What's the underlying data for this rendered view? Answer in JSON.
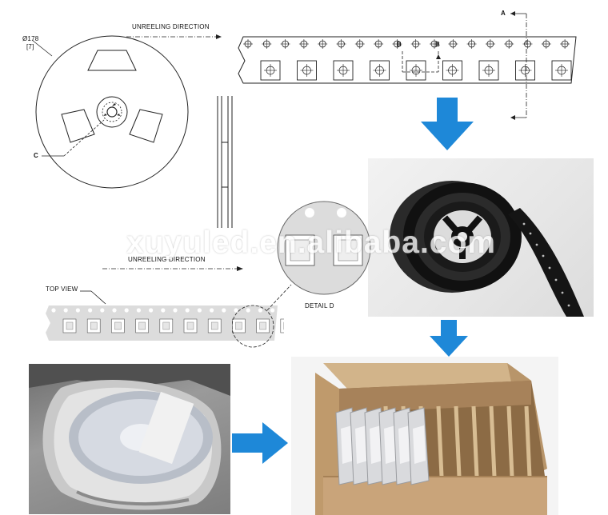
{
  "reel": {
    "dim_mm": "Ø178",
    "dim_in": "[7]",
    "label_c": "C"
  },
  "tape_top": {
    "direction_label": "UNREELING DIRECTION",
    "label_a": "A",
    "label_b1": "B",
    "label_b2": "B"
  },
  "tape_bottom": {
    "direction_label": "UNREELING DIRECTION",
    "top_view_label": "TOP VIEW"
  },
  "detail": {
    "label": "DETAIL D"
  },
  "watermark": {
    "text": "xuyuled.en.alibaba.com"
  },
  "colors": {
    "arrow_blue": "#1e88d8",
    "tape_gray": "#d9d9d9",
    "cardboard": "#c9a47a"
  },
  "icons": {
    "flow_arrow": "arrow-down-icon",
    "flow_arrow_right": "arrow-right-icon"
  }
}
